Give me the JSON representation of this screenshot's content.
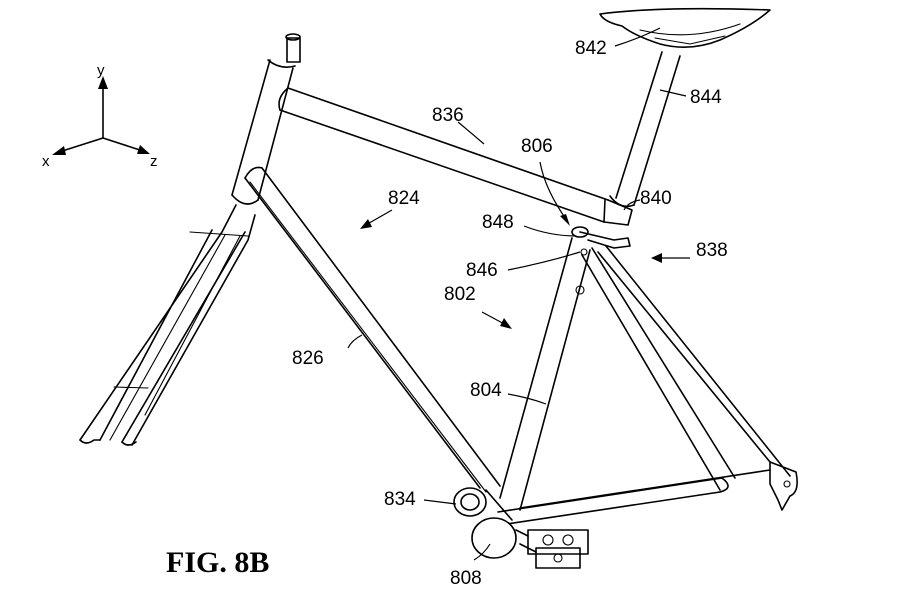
{
  "figure": {
    "title": "FIG. 8B"
  },
  "axes": {
    "x": "x",
    "y": "y",
    "z": "z"
  },
  "labels": {
    "l842": "842",
    "l844": "844",
    "l836": "836",
    "l806": "806",
    "l840": "840",
    "l824": "824",
    "l848": "848",
    "l838": "838",
    "l846": "846",
    "l802": "802",
    "l826": "826",
    "l804": "804",
    "l834": "834",
    "l808": "808"
  }
}
